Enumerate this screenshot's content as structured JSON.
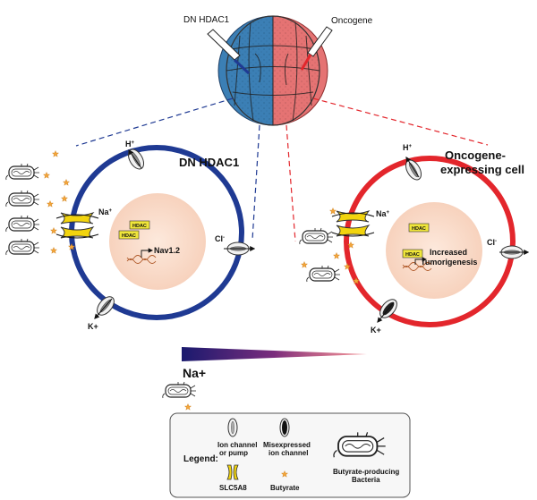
{
  "top": {
    "left_injection_label": "DN HDAC1",
    "right_injection_label": "Oncogene"
  },
  "left_cell": {
    "title": "DN HDAC1",
    "proton_label": "H",
    "proton_sup": "+",
    "sodium_label": "Na",
    "sodium_sup": "+",
    "chloride_label": "Cl",
    "chloride_sup": "-",
    "potassium_label": "K+",
    "hdac_tag_1": "HDAC",
    "hdac_tag_2": "HDAC",
    "gene_label": "Nav1.2"
  },
  "right_cell": {
    "title_line1": "Oncogene-",
    "title_line2": "expressing cell",
    "proton_label": "H",
    "proton_sup": "+",
    "sodium_label": "Na",
    "sodium_sup": "+",
    "chloride_label": "Cl",
    "chloride_sup": "-",
    "potassium_label": "K+",
    "hdac_tag_1": "HDAC",
    "hdac_tag_2": "HDAC",
    "gene_label_line1": "Increased",
    "gene_label_line2": "Tumorigenesis"
  },
  "gradient_label": "Na+",
  "legend": {
    "title": "Legend:",
    "ion_channel_line1": "Ion channel",
    "ion_channel_line2": "or pump",
    "misexpressed_line1": "Misexpressed",
    "misexpressed_line2": "ion channel",
    "slc_label": "SLC5A8",
    "butyrate_label": "Butyrate",
    "bacteria_line1": "Butyrate-producing",
    "bacteria_line2": "Bacteria"
  },
  "colors": {
    "blue_membrane": "#1f3a93",
    "red_membrane": "#e3262c",
    "nucleus_fill": "#fbe2d3",
    "hdac_yellow": "#f0e63a",
    "slc_yellow": "#f2d40e",
    "butyrate_orange": "#f4a53a",
    "embryo_blue": "#3b7fb5",
    "embryo_red": "#e57373"
  }
}
